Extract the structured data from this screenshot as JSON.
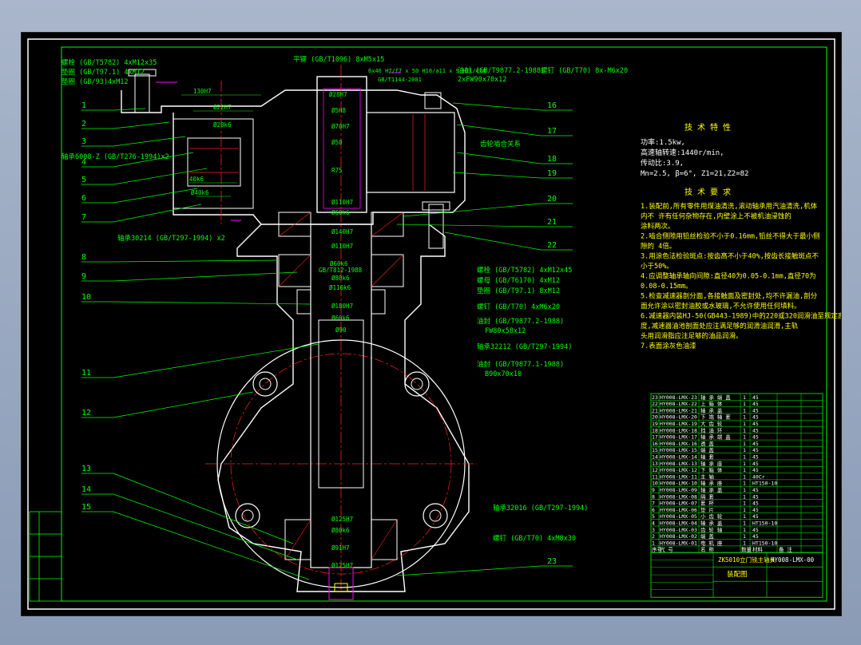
{
  "colors": {
    "green": "#00ff00",
    "white": "#ffffff",
    "red": "#ff2020",
    "magenta": "#ff00ff",
    "yellow": "#ffff00",
    "cyan": "#00ffff",
    "sheet": "#000000"
  },
  "balloons": [
    "1",
    "2",
    "3",
    "4",
    "5",
    "6",
    "7",
    "8",
    "9",
    "10",
    "11",
    "12",
    "13",
    "14",
    "15",
    "16",
    "17",
    "18",
    "19",
    "20",
    "21",
    "22",
    "23"
  ],
  "callouts": {
    "top_left_1": "螺栓 (GB/T5782) 4xM12x35",
    "top_left_2": "垫圈 (GB/T97.1) 4xM12",
    "top_left_3": "垫圈 (GB/93)4xM12",
    "top_key": "平键 (GB/T1096) 8xM5x15",
    "top_dim": "轴承 (GB/T276-1994) x2",
    "top_gear": "6x46 H7/f7 x 50 H10/a11 x 9 H11/d10",
    "top_gear2": "GB/T1144-2001",
    "top_seal": "油封 (GB/T9877.2-1988)",
    "top_seal2": "2xFW90x70x12",
    "top_screw": "螺钉 (GB/T70) 8x-M6x20",
    "left_bearing": "轴承6008-Z (GB/T276-1994)x2",
    "left_bearing2": "轴承30214 (GB/T297-1994) x2",
    "right_a": "螺栓 (GB/T5782) 4xM12x45",
    "right_b": "螺母 (GB/T6170) 4xM12",
    "right_c": "垫圈 (GB/T97.1) 8xM12",
    "right_d": "螺钉 (GB/T70) 4xM6x20",
    "right_e": "油封 (GB/T9877.2-1988)",
    "right_e2": "FW80x58x12",
    "right_f": "轴承32212 (GB/T297-1994)",
    "right_g": "油封 (GB/T9877.1-1988)",
    "right_g2": "B90x70x10",
    "bottom_bearing": "轴承32016 (GB/T297-1994)",
    "bottom_screw": "螺钉 (GB/T70) 4xM8x30",
    "gear_mesh": "齿轮啮合关系"
  },
  "dims": {
    "d1": "130H7",
    "d2": "Ø22H7",
    "d3": "Ø20k6",
    "d4": "Ø28H7",
    "d5": "Ø5H8",
    "d6": "40k6",
    "d7": "R75",
    "d8": "Ø40k6",
    "d9": "Ø70H7",
    "d10": "Ø50",
    "d11": "Ø110H7",
    "d12": "Ø60k6",
    "d13": "Ø140H7",
    "d14": "Ø110H7",
    "d15": "Ø60k6",
    "d16": "Ø90",
    "d17": "Ø125H7",
    "d18": "Ø80k6",
    "d19": "Ø91H7",
    "d20": "Ø125H7",
    "d21": "Ø180H7",
    "d22": "Ø60k6",
    "d23": "Ø110k6",
    "d24": "GB/T812-1988",
    "d25": "Ø80k6"
  },
  "tech_spec": {
    "title": "技 术 特 性",
    "lines": [
      "功率:1.5kw,",
      "高速轴转速:1440r/min,",
      "传动比:3.9,",
      "Mn=2.5, β=6°, Z1=21,Z2=82"
    ]
  },
  "tech_req": {
    "title": "技 术 要 求",
    "lines": [
      "1.装配前,所有零件用煤油清洗,滚动轴承用汽油清洗,机体",
      "内不      许有任何杂物存在,内壁涂上不被机油浸蚀的",
      "涂料两次。",
      "2.啮合侧隙用铅丝检验不小于0.16mm,铅丝不得大于最小侧",
      "隙的   4倍。",
      "3.用涂色法检验斑点:按齿高不小于40%,按齿长接触斑点不",
      "小于50%。",
      "4.应调整轴承轴向间隙:直径40为0.05-0.1mm,直径70为",
      "0.08-0.15mm。",
      "5.检查减速器剖分面,各接触面及密封处,均不许漏油,剖分",
      "面允许涂以密封油胶或水玻璃,不允许使用任何填料。",
      "6.减速器内装HJ-50(GB443-1989)中的220或320润滑油至规定高",
      "度,减速器油池剖面处应注满足够的润滑油润滑,主轨",
      "头用润滑脂应注足够的油品润滑。",
      "7.表面涂灰色油漆"
    ]
  },
  "bom": {
    "rows": [
      {
        "no": "23",
        "code": "HY008-LMX-23",
        "name": "轴 承 端 盖",
        "qty": "1",
        "mat": "45",
        "note": ""
      },
      {
        "no": "22",
        "code": "HY008-LMX-22",
        "name": "上 箱 体",
        "qty": "1",
        "mat": "45",
        "note": ""
      },
      {
        "no": "21",
        "code": "HY008-LMX-21",
        "name": "轴 承 盖",
        "qty": "1",
        "mat": "45",
        "note": ""
      },
      {
        "no": "20",
        "code": "HY008-LMX-20",
        "name": "下 端 轴 套",
        "qty": "1",
        "mat": "45",
        "note": ""
      },
      {
        "no": "19",
        "code": "HY008-LMX-19",
        "name": "大 齿 轮",
        "qty": "1",
        "mat": "45",
        "note": ""
      },
      {
        "no": "18",
        "code": "HY008-LMX-18",
        "name": "挡 油 环",
        "qty": "1",
        "mat": "45",
        "note": ""
      },
      {
        "no": "17",
        "code": "HY008-LMX-17",
        "name": "轴 承 端 盖",
        "qty": "1",
        "mat": "45",
        "note": ""
      },
      {
        "no": "16",
        "code": "HY008-LMX-16",
        "name": "透 盖",
        "qty": "1",
        "mat": "45",
        "note": ""
      },
      {
        "no": "15",
        "code": "HY008-LMX-15",
        "name": "端 盖",
        "qty": "1",
        "mat": "45",
        "note": ""
      },
      {
        "no": "14",
        "code": "HY008-LMX-14",
        "name": "轴 套",
        "qty": "1",
        "mat": "45",
        "note": ""
      },
      {
        "no": "13",
        "code": "HY008-LMX-13",
        "name": "轴 承 座",
        "qty": "1",
        "mat": "45",
        "note": ""
      },
      {
        "no": "12",
        "code": "HY008-LMX-12",
        "name": "下 箱 体",
        "qty": "1",
        "mat": "45",
        "note": ""
      },
      {
        "no": "11",
        "code": "HY008-LMX-11",
        "name": "主 轴",
        "qty": "1",
        "mat": "40Cr",
        "note": ""
      },
      {
        "no": "10",
        "code": "HY008-LMX-10",
        "name": "轴 承 座",
        "qty": "1",
        "mat": "HT150-10",
        "note": ""
      },
      {
        "no": "9",
        "code": "HY008-LMX-09",
        "name": "轴 承 盖",
        "qty": "1",
        "mat": "45",
        "note": ""
      },
      {
        "no": "8",
        "code": "HY008-LMX-08",
        "name": "隔 套",
        "qty": "1",
        "mat": "45",
        "note": ""
      },
      {
        "no": "7",
        "code": "HY008-LMX-07",
        "name": "套 杯",
        "qty": "1",
        "mat": "45",
        "note": ""
      },
      {
        "no": "6",
        "code": "HY008-LMX-06",
        "name": "垫 片",
        "qty": "1",
        "mat": "45",
        "note": ""
      },
      {
        "no": "5",
        "code": "HY008-LMX-05",
        "name": "小 齿 轮",
        "qty": "1",
        "mat": "45",
        "note": ""
      },
      {
        "no": "4",
        "code": "HY008-LMX-04",
        "name": "轴 承 盖",
        "qty": "1",
        "mat": "HT150-10",
        "note": ""
      },
      {
        "no": "3",
        "code": "HY008-LMX-03",
        "name": "齿 轮 轴",
        "qty": "1",
        "mat": "45",
        "note": ""
      },
      {
        "no": "2",
        "code": "HY008-LMX-02",
        "name": "端 盖",
        "qty": "1",
        "mat": "45",
        "note": ""
      },
      {
        "no": "1",
        "code": "HY008-LMX-01",
        "name": "电 机 座",
        "qty": "1",
        "mat": "HT150-10",
        "note": ""
      }
    ],
    "header": {
      "no": "序号",
      "code": "代 号",
      "name": "名 称",
      "qty": "数量",
      "mat": "材料",
      "note": "备 注"
    },
    "title": "ZK5010立门铣主轴头",
    "drawing_no": "HY008-LMX-00",
    "sheet_name": "装配图"
  }
}
